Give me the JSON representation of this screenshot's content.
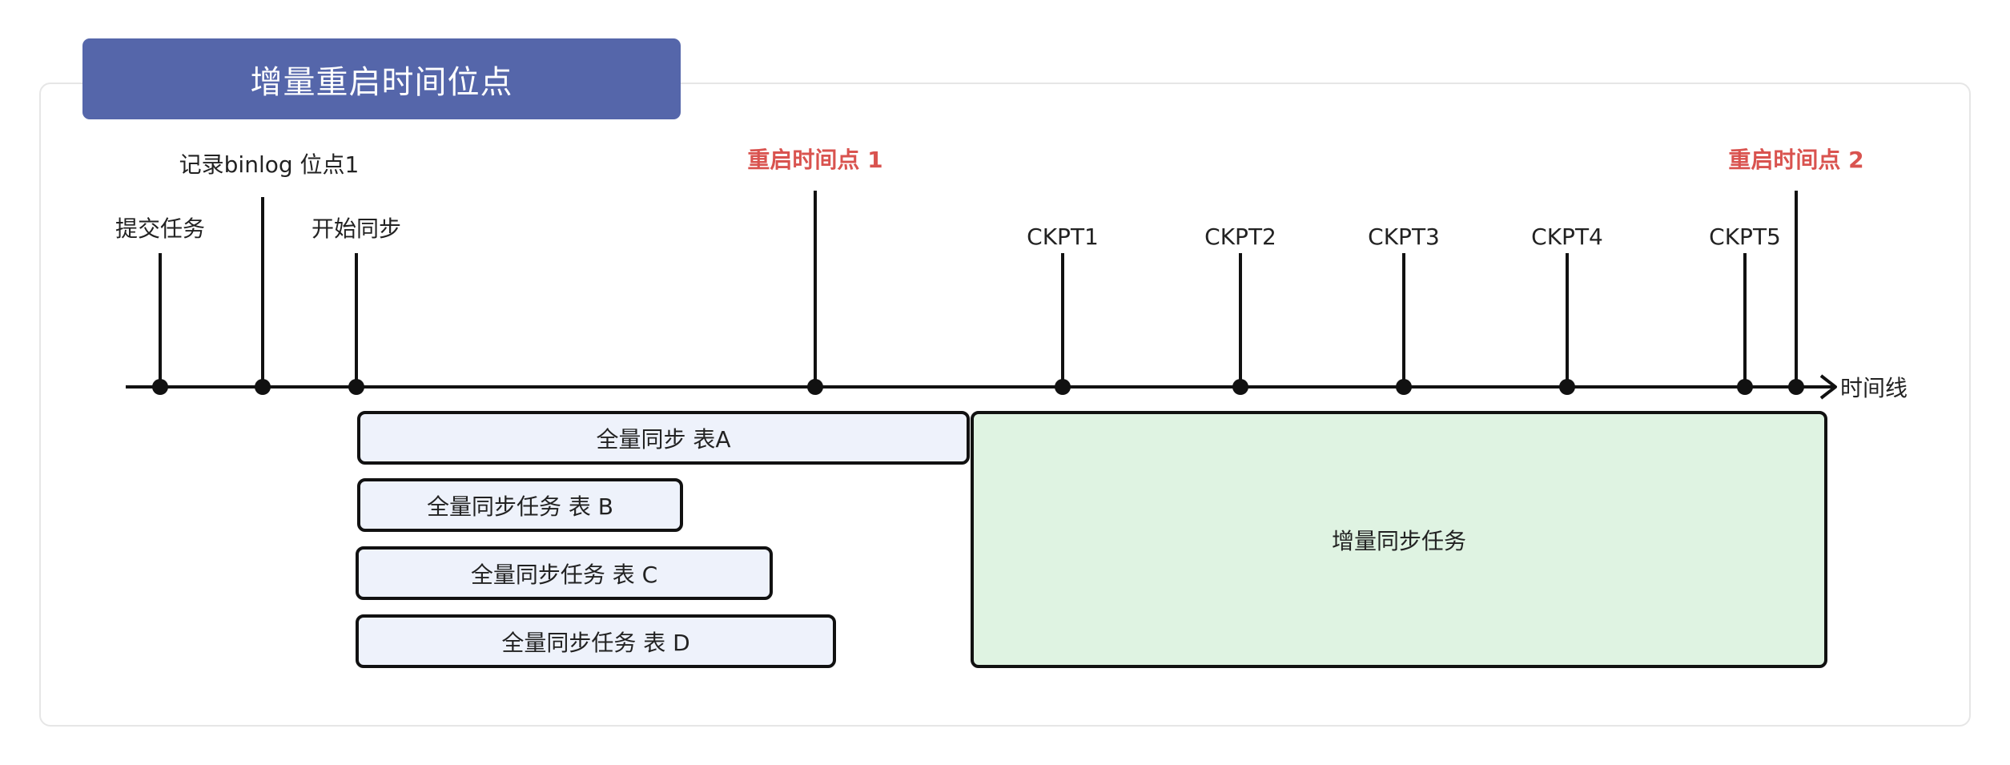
{
  "title": "增量重启时间位点",
  "axis_label": "时间线",
  "events": {
    "submit": "提交任务",
    "binlog": "记录binlog 位点1",
    "start_sync": "开始同步",
    "restart1": "重启时间点 1",
    "ckpt1": "CKPT1",
    "ckpt2": "CKPT2",
    "ckpt3": "CKPT3",
    "ckpt4": "CKPT4",
    "ckpt5": "CKPT5",
    "restart2": "重启时间点 2"
  },
  "tasks": {
    "full_a": "全量同步 表A",
    "full_b": "全量同步任务 表 B",
    "full_c": "全量同步任务 表 C",
    "full_d": "全量同步任务 表 D",
    "incremental": "增量同步任务"
  },
  "colors": {
    "title_bg": "#5566aa",
    "restart_text": "#d9534f",
    "full_box_bg": "#eef2fb",
    "incremental_box_bg": "#dff3e2"
  }
}
